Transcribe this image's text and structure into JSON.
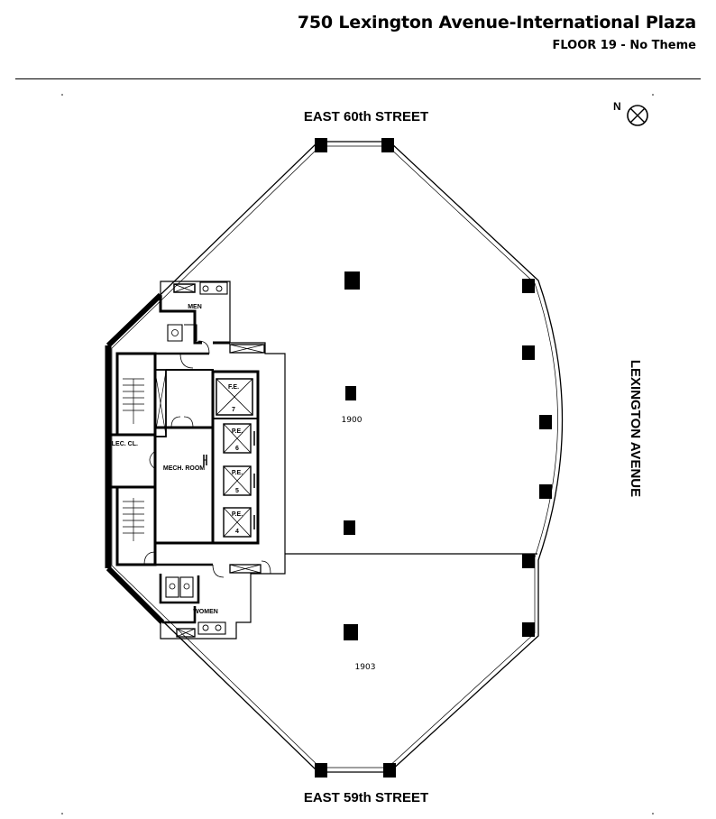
{
  "header": {
    "title": "750 Lexington Avenue-International Plaza",
    "subtitle": "FLOOR 19 - No Theme"
  },
  "compass": {
    "label": "N",
    "icon": "north-arrow-icon"
  },
  "streets": {
    "north": "EAST 60th STREET",
    "south": "EAST 59th STREET",
    "east": "LEXINGTON AVENUE"
  },
  "suites": [
    {
      "id": "1900"
    },
    {
      "id": "1903"
    }
  ],
  "core_labels": {
    "men": "MEN",
    "women": "WOMEN",
    "elec": "ELEC. CL.",
    "mech": "MECH. ROOM",
    "elevators": [
      {
        "label": "F.E.",
        "number": "7"
      },
      {
        "label": "P.E.",
        "number": "6"
      },
      {
        "label": "P.E.",
        "number": "5"
      },
      {
        "label": "P.E.",
        "number": "4"
      }
    ]
  }
}
